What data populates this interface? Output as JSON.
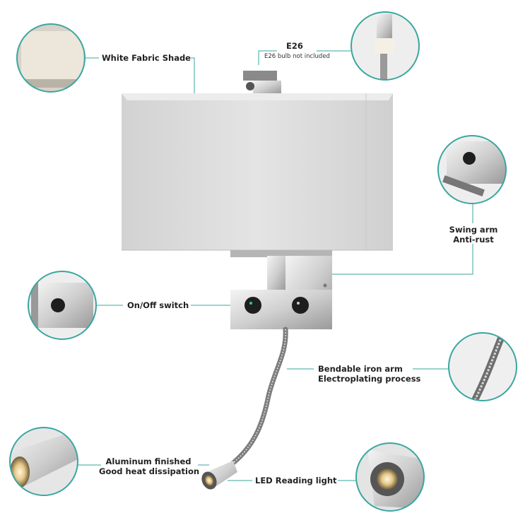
{
  "colors": {
    "teal": "#3aa6a0",
    "shade": "#d9d9d9",
    "chrome": "#c8c8c8"
  },
  "callouts": {
    "shade": "White Fabric Shade",
    "e26_title": "E26",
    "e26_note": "E26 bulb not included",
    "swing_line1": "Swing arm",
    "swing_line2": "Anti-rust",
    "switch": "On/Off switch",
    "arm_line1": "Bendable iron arm",
    "arm_line2": "Electroplating process",
    "alum_line1": "Aluminum finished",
    "alum_line2": "Good heat dissipation",
    "led": "LED Reading light"
  },
  "icons": [
    "fabric-swatch",
    "bulb-socket",
    "switch-closeup",
    "gooseneck-closeup",
    "led-head-closeup"
  ]
}
